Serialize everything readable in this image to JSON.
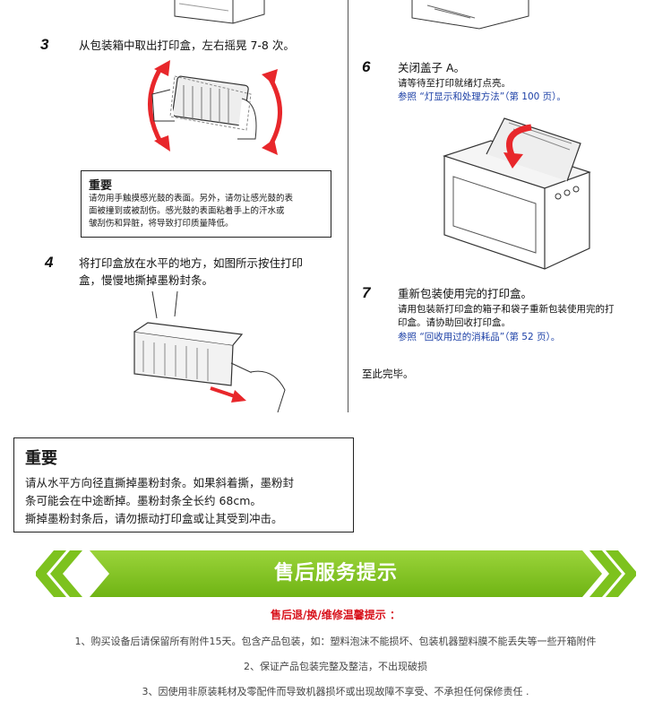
{
  "steps": {
    "s3": {
      "num": "3",
      "title": "从包装箱中取出打印盒，左右摇晃 7-8 次。"
    },
    "s4": {
      "num": "4",
      "line1": "将打印盒放在水平的地方，如图所示按住打印",
      "line2": "盒，慢慢地撕掉墨粉封条。"
    },
    "s6": {
      "num": "6",
      "title": "关闭盖子 A。",
      "note": "请等待至打印就绪灯点亮。",
      "ref": "参照 “灯显示和处理方法”（第 100 页）。"
    },
    "s7": {
      "num": "7",
      "title": "重新包装使用完的打印盒。",
      "note1": "请用包装新打印盒的箱子和袋子重新包装使用完的打",
      "note2": "印盒。请协助回收打印盒。",
      "ref": "参照 “回收用过的消耗品”（第 52 页）。"
    },
    "done": "至此完毕。"
  },
  "notice1": {
    "heading": "重要",
    "lines": [
      "请勿用手触摸感光鼓的表面。另外，请勿让感光鼓的表",
      "面被撞到或被刮伤。感光鼓的表面粘着手上的汗水或",
      "皱刮伤和异脏，将导致打印质量降低。"
    ]
  },
  "notice2": {
    "heading": "重要",
    "lines": [
      "请从水平方向径直撕掉墨粉封条。如果斜着撕，墨粉封",
      "条可能会在中途断掉。墨粉封条全长约 68cm。",
      "撕掉墨粉封条后，请勿振动打印盒或让其受到冲击。"
    ]
  },
  "after_sales": {
    "banner": "售后服务提示",
    "subtitle": "售后退/换/维修温馨提示 ：",
    "items": [
      "1、购买设备后请保留所有附件15天。包含产品包装，如：塑料泡沫不能损坏、包装机器塑料膜不能丢失等一些开箱附件",
      "2、保证产品包装完整及整洁，不出现破损",
      "3、因使用非原装耗材及零配件而导致机器损坏或出现故障不享受、不承担任何保修责任 ."
    ]
  },
  "colors": {
    "banner_green": "#7dc21e",
    "banner_dark": "#5a9a10",
    "red": "#e8272b",
    "link_blue": "#1b3fa6"
  }
}
